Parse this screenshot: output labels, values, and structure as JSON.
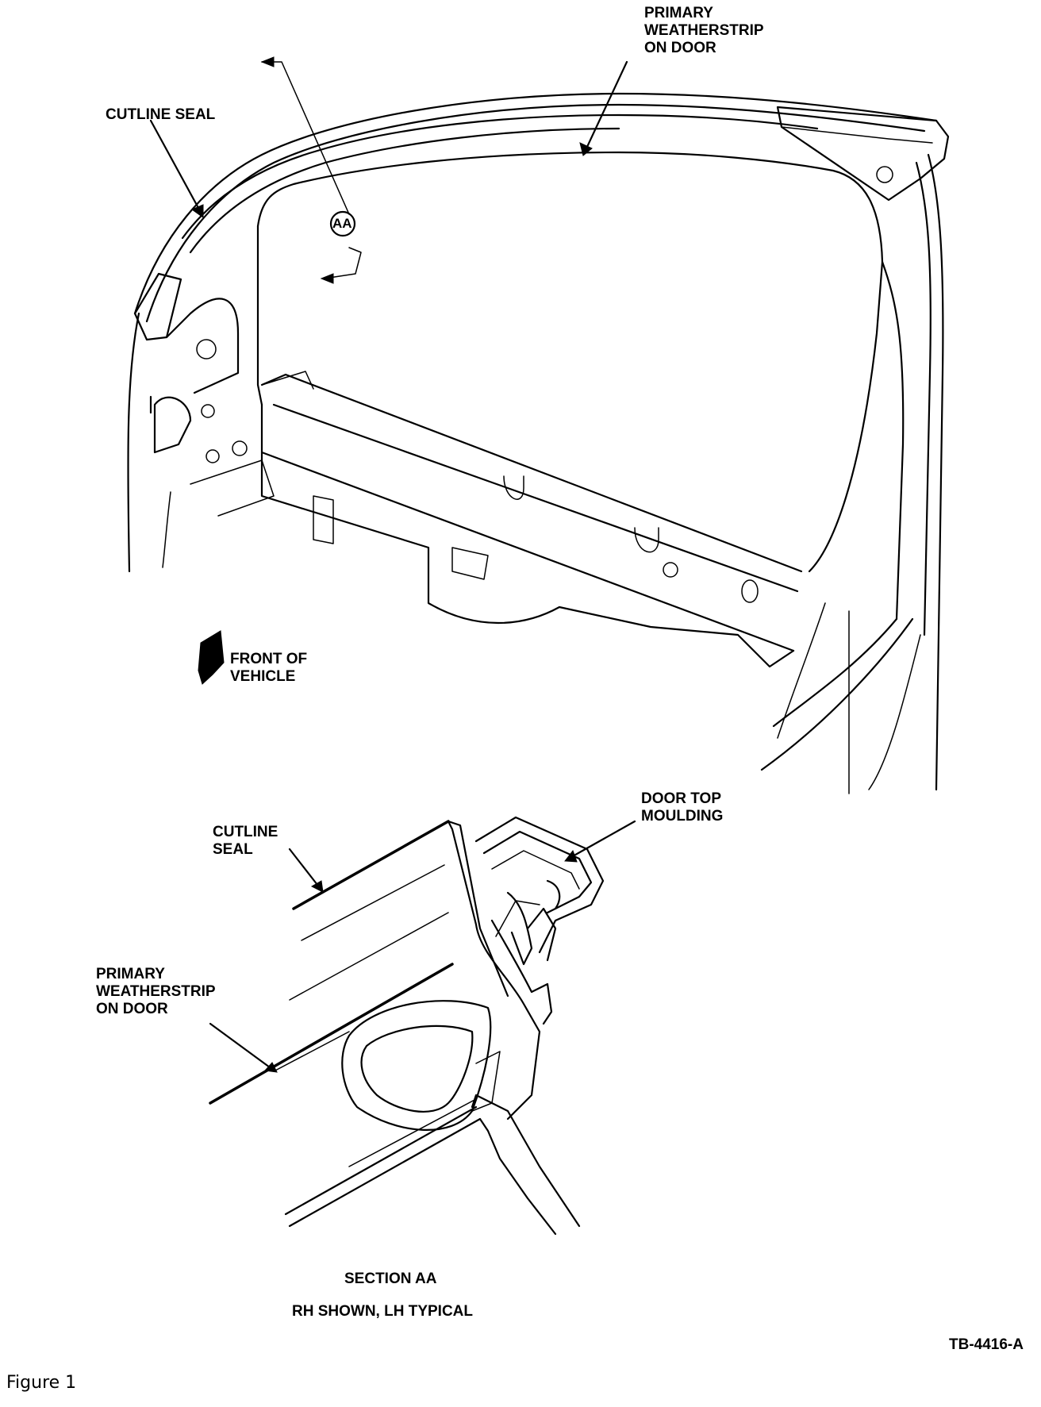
{
  "labels": {
    "primary_weatherstrip_top": "PRIMARY\nWEATHERSTRIP\nON DOOR",
    "cutline_seal_top": "CUTLINE SEAL",
    "section_marker": "AA",
    "front_of_vehicle": "FRONT OF\nVEHICLE",
    "door_top_moulding": "DOOR TOP\nMOULDING",
    "cutline_seal_section": "CUTLINE\nSEAL",
    "primary_weatherstrip_section": "PRIMARY\nWEATHERSTRIP\nON DOOR",
    "section_title": "SECTION AA",
    "section_subtitle": "RH SHOWN, LH TYPICAL",
    "drawing_number": "TB-4416-A"
  },
  "caption": "Figure 1"
}
